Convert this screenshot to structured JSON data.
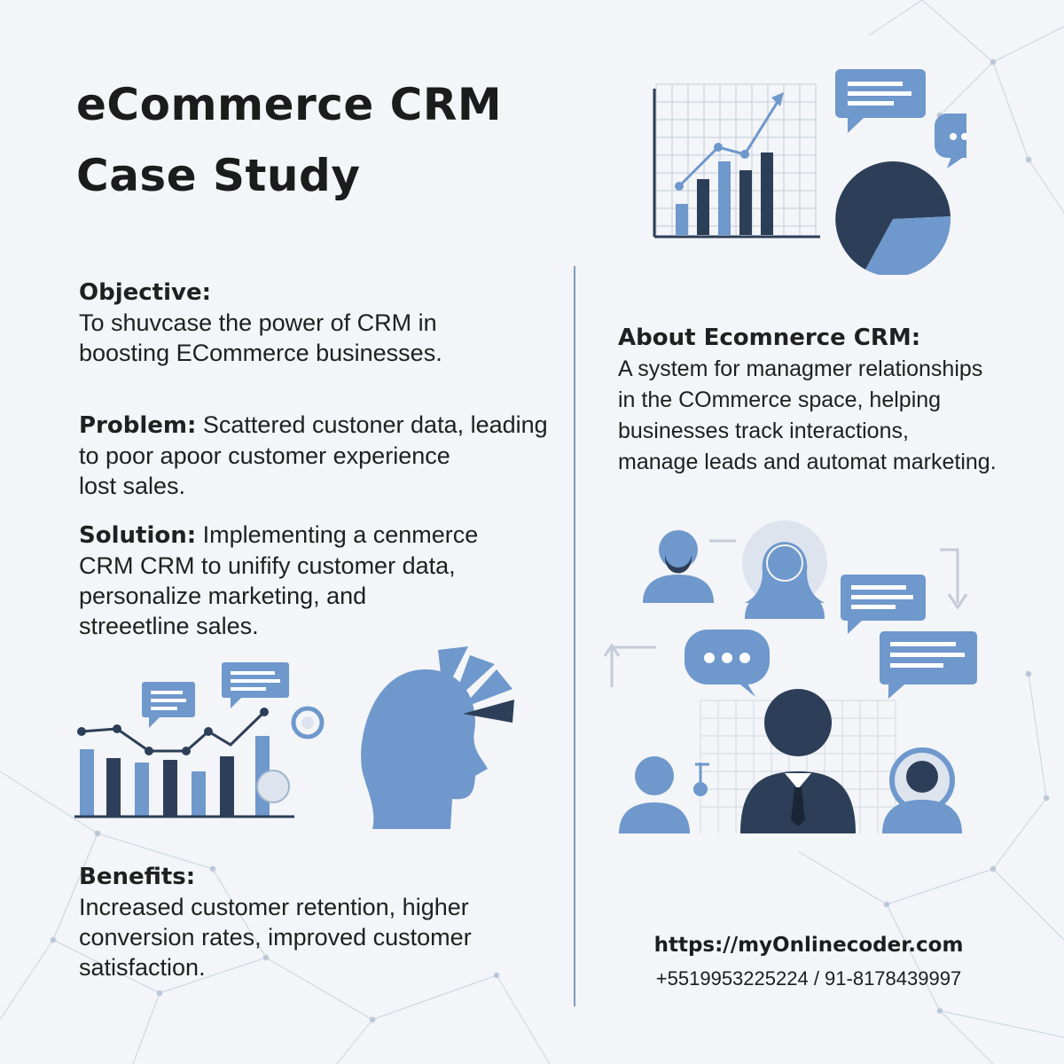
{
  "title": {
    "line1": "eCommerce CRM",
    "line2": "Case Study"
  },
  "objective": {
    "heading": "Objective:",
    "lines": [
      "To shuvcase the power of CRM in",
      "boosting ECommerce businesses."
    ]
  },
  "problem": {
    "heading": "Problem:",
    "lines": [
      "Scattered custoner data, leading",
      "to poor apoor customer experience",
      "lost sales."
    ]
  },
  "solution": {
    "heading": "Solution:",
    "lines": [
      "Implementing a cenmerce",
      "CRM CRM to unifify customer data,",
      "personalize marketing, and",
      "streeetline sales."
    ]
  },
  "benefits": {
    "heading": "Benefits:",
    "lines": [
      "Increased customer retention, higher",
      "conversion rates, improved customer",
      "satisfaction."
    ]
  },
  "about": {
    "heading": "About Ecomnerce CRM:",
    "lines": [
      "A system for managmer relationships",
      "in the COmmerce space, helping",
      "businesses track interactions,",
      "manage leads and automat marketing."
    ]
  },
  "contact": {
    "url": "https://myOnlinecoder.com",
    "phone": "+5519953225224 / 91-8178439997"
  },
  "colors": {
    "background": "#f3f5f8",
    "accent_light": "#6f98cc",
    "accent_dark": "#2d3f58",
    "divider": "#7f9bbd",
    "text": "#1d1d1f"
  },
  "icons": [
    "bar-chart-icon",
    "pie-chart-icon",
    "speech-bubble-icon",
    "head-profile-icon",
    "person-avatar-icon",
    "businessman-icon",
    "network-background"
  ]
}
